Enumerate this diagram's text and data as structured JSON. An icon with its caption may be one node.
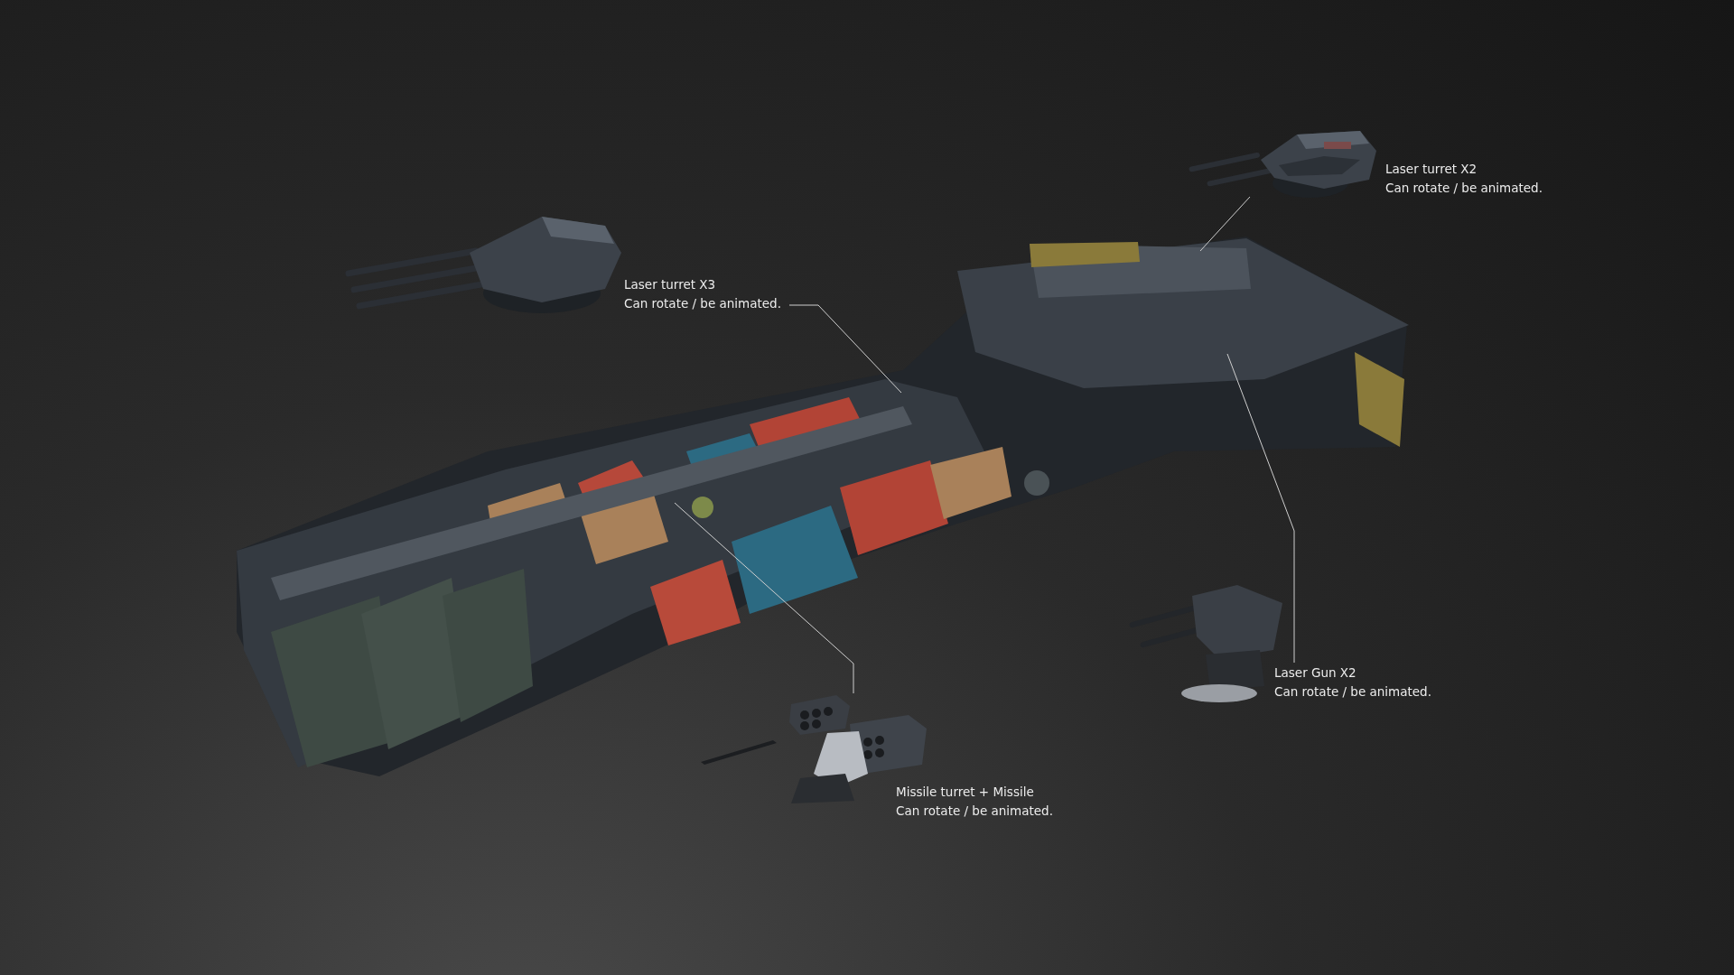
{
  "diagram": {
    "nodes": [
      {
        "text": [],
        "shape": "picture"
      },
      {
        "text": [
          "Laser turret X2",
          "Can rotate / be animated."
        ]
      },
      {
        "text": [
          "Laser turret X3",
          "Can rotate / be animated."
        ]
      },
      {
        "text": [
          "Laser Gun X2",
          "Can rotate / be animated."
        ]
      },
      {
        "text": [],
        "shape": "picture"
      },
      {
        "text": [
          "Missile turret + Missile",
          "Can rotate / be animated."
        ]
      }
    ],
    "edges": [
      {
        "from": 0,
        "to": null,
        "arrow": "none"
      },
      {
        "from": 2,
        "to": null,
        "arrow": "none"
      },
      {
        "from": 3,
        "to": null,
        "arrow": "none"
      },
      {
        "from": 4,
        "to": null,
        "arrow": "none"
      }
    ]
  }
}
